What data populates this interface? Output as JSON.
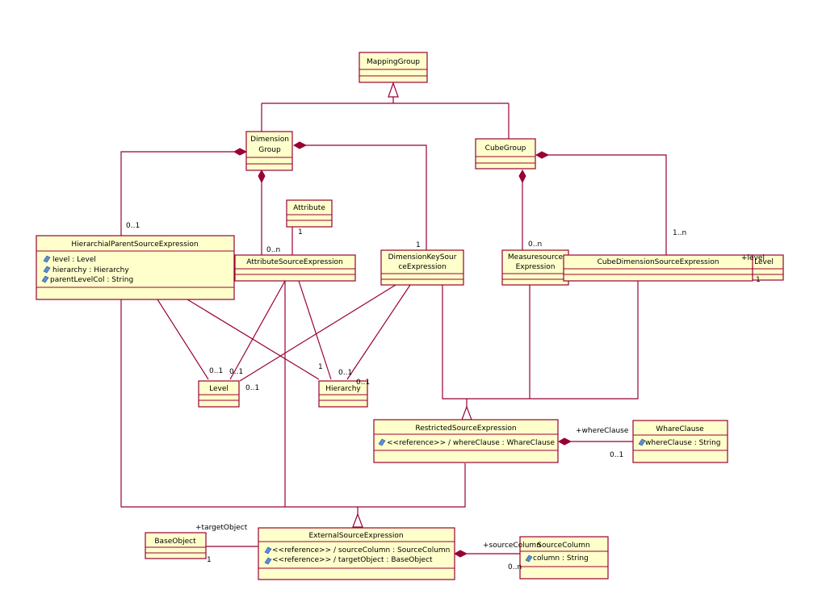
{
  "classes": {
    "mapping_group": {
      "name": "MappingGroup"
    },
    "dimension_group": {
      "name_line1": "Dimension",
      "name_line2": "Group"
    },
    "cube_group": {
      "name": "CubeGroup"
    },
    "attribute": {
      "name": "Attribute"
    },
    "hierarchial_parent": {
      "name": "HierarchialParentSourceExpression",
      "attrs": [
        "level : Level",
        "hierarchy : Hierarchy",
        "parentLevelCol : String"
      ]
    },
    "attribute_source": {
      "name": "AttributeSourceExpression"
    },
    "dimension_key_source": {
      "name_line1": "DimensionKeySour",
      "name_line2": "ceExpression"
    },
    "measure_source": {
      "name_line1": "Measuresource",
      "name_line2": "Expression"
    },
    "cube_dimension_source": {
      "name": "CubeDimensionSourceExpression"
    },
    "level_right": {
      "name": "Level"
    },
    "level": {
      "name": "Level"
    },
    "hierarchy": {
      "name": "Hierarchy"
    },
    "restricted_source": {
      "name": "RestrictedSourceExpression",
      "attrs": [
        "<<reference>> / whereClause : WhareClause"
      ]
    },
    "whare_clause": {
      "name": "WhareClause",
      "attrs": [
        "whereClause : String"
      ]
    },
    "base_object": {
      "name": "BaseObject"
    },
    "external_source": {
      "name": "ExternalSourceExpression",
      "attrs": [
        "<<reference>> / sourceColumn : SourceColumn",
        "<<reference>> / targetObject : BaseObject"
      ]
    },
    "source_column": {
      "name": "SourceColumn",
      "attrs": [
        "column : String"
      ]
    }
  },
  "labels": {
    "hp_mult": "0..1",
    "attr_mult": "1",
    "as_mult": "0..n",
    "dk_mult": "1",
    "ms_mult": "0..n",
    "cd_mult": "1..n",
    "plus_level": "+level",
    "level_right_mult": "1",
    "level_m1": "0..1",
    "level_m2": "0..1",
    "level_m3": "0..1",
    "hier_m1": "1",
    "hier_m2": "0..1",
    "hier_m3": "0..1",
    "where_role": "+whereClause",
    "where_mult": "0..1",
    "target_role": "+targetObject",
    "target_mult": "1",
    "source_role": "+sourceColumn",
    "source_mult": "0..n"
  }
}
